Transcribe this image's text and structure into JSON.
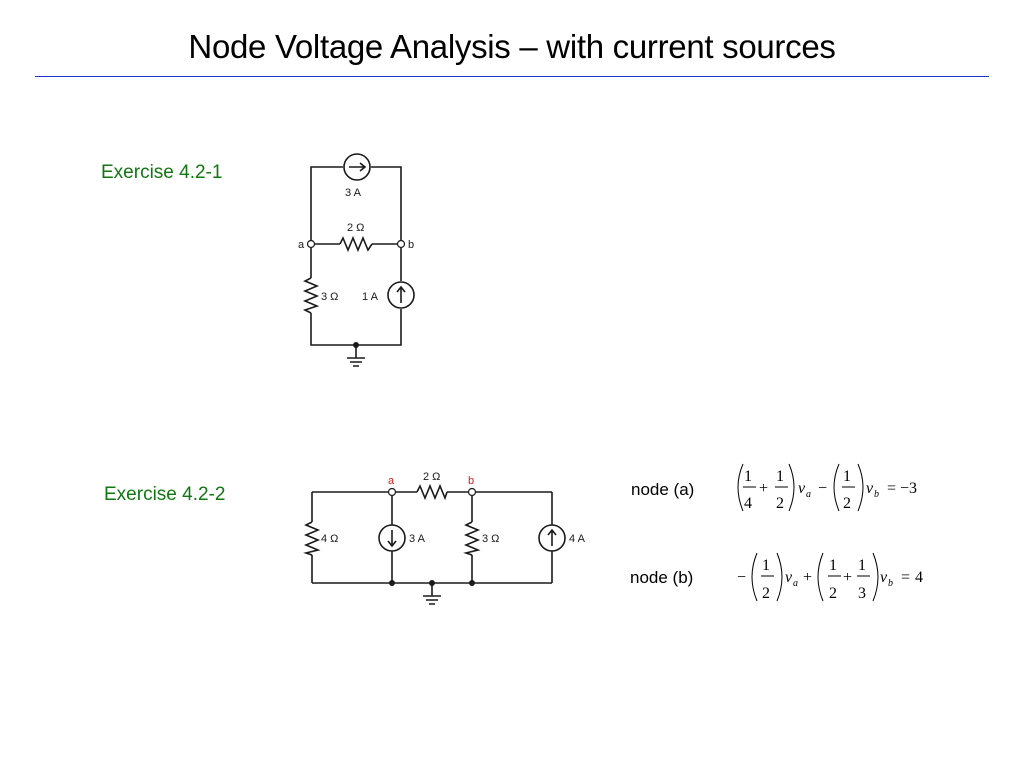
{
  "title": "Node Voltage Analysis – with current sources",
  "colors": {
    "rule": "#2233cc",
    "exercise_label": "#117711",
    "node_label_exercise2": "#cc2222",
    "wire": "#1a1a1a"
  },
  "exercise1": {
    "label": "Exercise 4.2-1",
    "top_source": "3 A",
    "top_resistor": "2 Ω",
    "node_a": "a",
    "node_b": "b",
    "left_resistor": "3 Ω",
    "right_source": "1 A"
  },
  "exercise2": {
    "label": "Exercise 4.2-2",
    "node_a": "a",
    "node_b": "b",
    "top_resistor": "2 Ω",
    "left_resistor": "4 Ω",
    "mid_source": "3 A",
    "mid_resistor": "3 Ω",
    "right_source": "4 A"
  },
  "equations": {
    "node_a_label": "node (a)",
    "node_b_label": "node (b)",
    "eq_a": {
      "f1_num": "1",
      "f1_den": "4",
      "plus": "+",
      "f2_num": "1",
      "f2_den": "2",
      "v": "v",
      "sub_a": "a",
      "minus": "−",
      "f3_num": "1",
      "f3_den": "2",
      "sub_b": "b",
      "equals": "=",
      "rhs": "−3"
    },
    "eq_b": {
      "lead_minus": "−",
      "f1_num": "1",
      "f1_den": "2",
      "v": "v",
      "sub_a": "a",
      "plus": "+",
      "f2_num": "1",
      "f2_den": "2",
      "plus2": "+",
      "f3_num": "1",
      "f3_den": "3",
      "sub_b": "b",
      "equals": "=",
      "rhs": "4"
    }
  }
}
